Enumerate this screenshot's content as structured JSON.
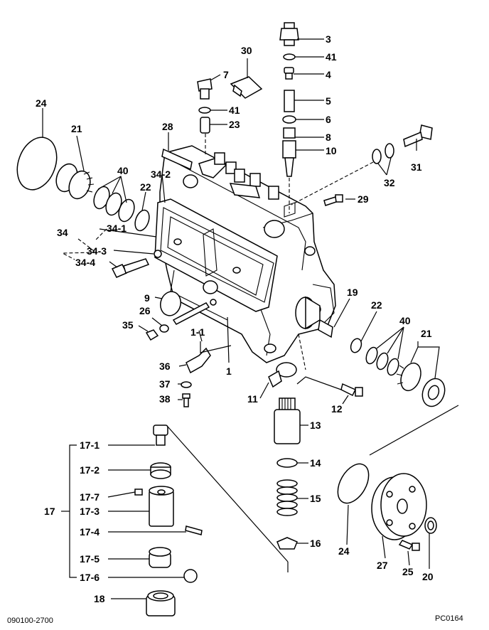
{
  "diagram": {
    "footer_left": "090100-2700",
    "footer_right": "PC0164",
    "callouts": [
      "3",
      "41",
      "4",
      "5",
      "6",
      "8",
      "10",
      "30",
      "7",
      "41",
      "23",
      "28",
      "24",
      "21",
      "40",
      "34-2",
      "22",
      "34",
      "34-1",
      "34-3",
      "34-4",
      "31",
      "32",
      "29",
      "19",
      "9",
      "26",
      "35",
      "1-1",
      "1",
      "22",
      "40",
      "21",
      "36",
      "37",
      "38",
      "11",
      "12",
      "13",
      "17-1",
      "17-2",
      "17-7",
      "17-3",
      "17",
      "17-4",
      "17-5",
      "17-6",
      "14",
      "15",
      "16",
      "24",
      "27",
      "25",
      "20",
      "18"
    ]
  }
}
